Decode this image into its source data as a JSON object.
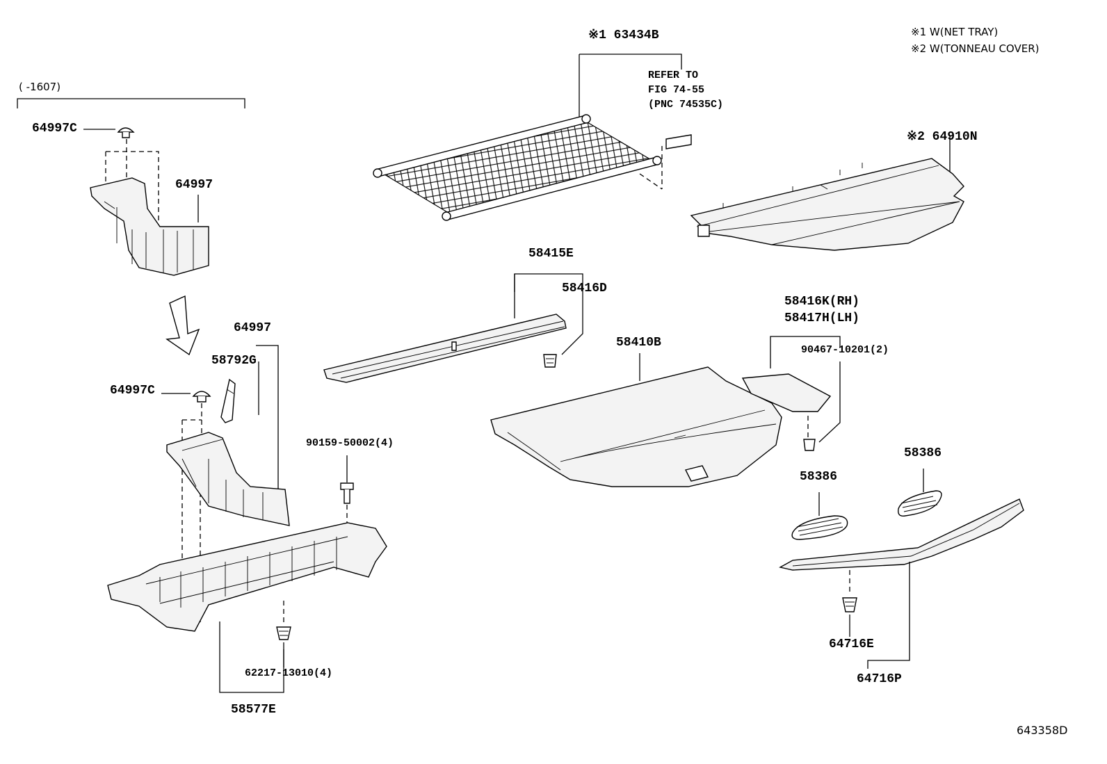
{
  "notes": {
    "note1": "※1 W(NET TRAY)",
    "note2": "※2 W(TONNEAU COVER)"
  },
  "date_range": "(      -1607)",
  "refer": {
    "line1": "REFER TO",
    "line2": "FIG 74-55",
    "line3": "(PNC 74535C)"
  },
  "parts": {
    "p_63434B": "※1 63434B",
    "p_64910N": "※2 64910N",
    "p_64997C_top": "64997C",
    "p_64997_top": "64997",
    "p_58415E": "58415E",
    "p_58416D": "58416D",
    "p_64997_mid": "64997",
    "p_58792G": "58792G",
    "p_64997C_mid": "64997C",
    "p_58410B": "58410B",
    "p_58416K": "58416K(RH)",
    "p_58417H": "58417H(LH)",
    "p_90467": "90467-10201(2)",
    "p_90159": "90159-50002(4)",
    "p_58386_a": "58386",
    "p_58386_b": "58386",
    "p_64716E": "64716E",
    "p_62217": "62217-13010(4)",
    "p_64716P": "64716P",
    "p_58577E": "58577E"
  },
  "figure_id": "643358D"
}
